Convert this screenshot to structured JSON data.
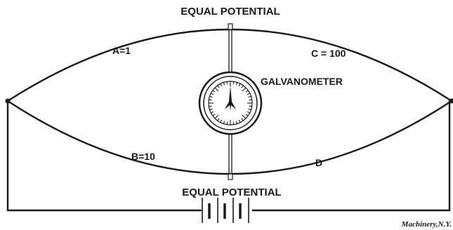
{
  "labels": {
    "top_potential": "EQUAL POTENTIAL",
    "bottom_potential": "EQUAL POTENTIAL",
    "galvanometer": "GALVANOMETER",
    "resistor_a": "A=1",
    "resistor_b": "B=10",
    "resistor_c": "C = 100",
    "resistor_d": "D",
    "credit": "Machinery,N.Y."
  }
}
